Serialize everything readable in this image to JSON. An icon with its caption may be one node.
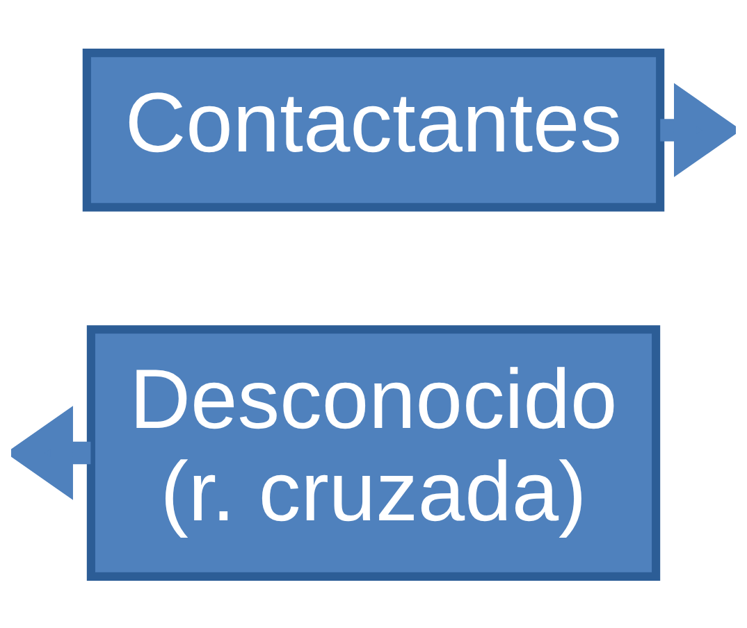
{
  "diagram": {
    "nodes": [
      {
        "text": [
          "Desconocido (r. cruzada)"
        ]
      },
      {
        "text": [
          "Contactantes"
        ]
      }
    ],
    "edges": [
      {
        "from": 0,
        "to": null,
        "arrow": "to"
      },
      {
        "from": 1,
        "to": null,
        "arrow": "to"
      }
    ]
  }
}
